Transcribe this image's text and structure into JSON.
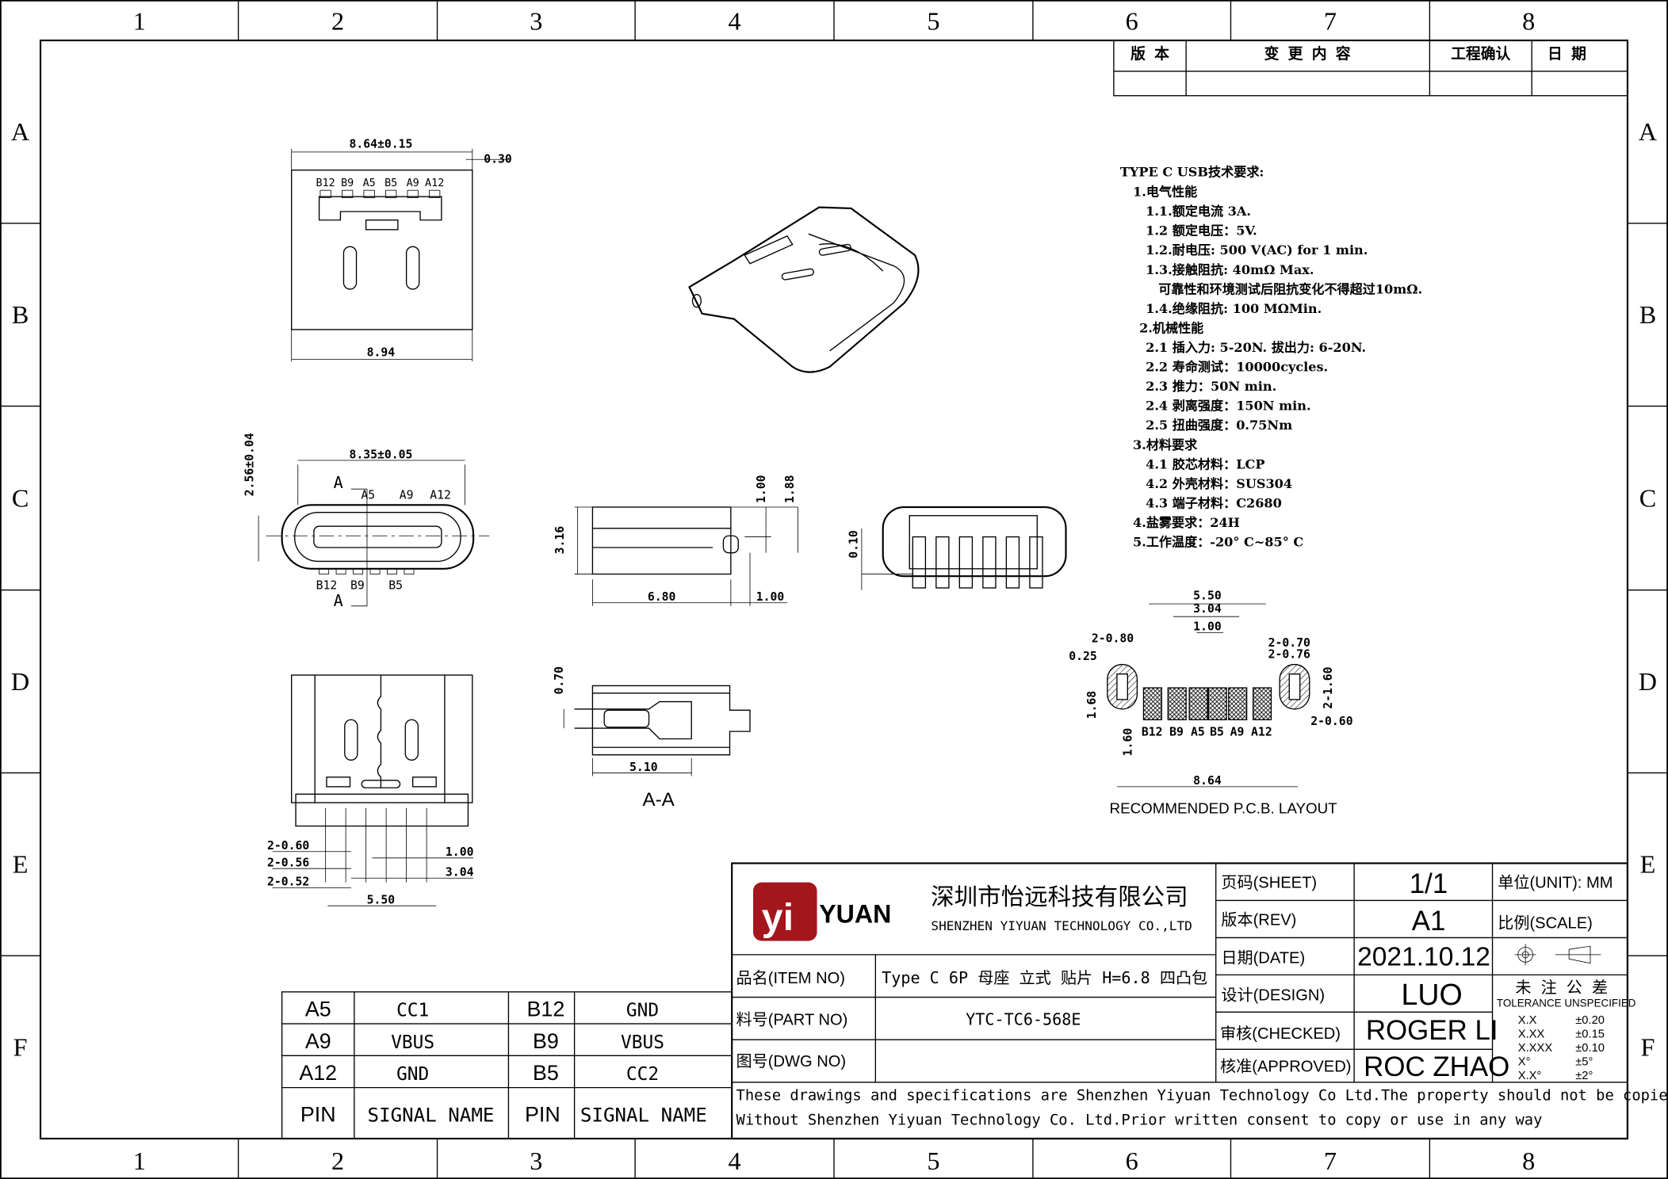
{
  "border": {
    "columns": [
      "1",
      "2",
      "3",
      "4",
      "5",
      "6",
      "7",
      "8"
    ],
    "rows": [
      "A",
      "B",
      "C",
      "D",
      "E",
      "F"
    ]
  },
  "revision_table": {
    "headers": [
      "版 本",
      "变 更 内 容",
      "工程确认",
      "日  期"
    ]
  },
  "top_view": {
    "width_dim": "8.64±0.15",
    "side_dim": "0.30",
    "overall_dim": "8.94",
    "pins": [
      "B12",
      "B9",
      "A5",
      "B5",
      "A9",
      "A12"
    ]
  },
  "front_view": {
    "width_dim": "8.35±0.05",
    "height_dim": "2.56±0.04",
    "section_mark": "A",
    "top_pins": [
      "A5",
      "A9",
      "A12"
    ],
    "bottom_pins": [
      "B12",
      "B9",
      "B5"
    ]
  },
  "side_view": {
    "dims": {
      "d100_top": "1.00",
      "d188": "1.88",
      "d316": "3.16",
      "d680": "6.80",
      "d100_bottom": "1.00"
    }
  },
  "end_view": {
    "dim": "0.10"
  },
  "bottom_view": {
    "dims": [
      "2-0.60",
      "2-0.56",
      "2-0.52",
      "1.00",
      "3.04",
      "5.50"
    ]
  },
  "section_view": {
    "dims": {
      "d070": "0.70",
      "d510": "5.10"
    },
    "label": "A-A"
  },
  "pcb_layout": {
    "dims": {
      "d550": "5.50",
      "d304": "3.04",
      "d100": "1.00",
      "d2_080": "2-0.80",
      "d025": "0.25",
      "d2_070": "2-0.70",
      "d2_076": "2-0.76",
      "d2_160": "2-1.60",
      "d2_060": "2-0.60",
      "d168": "1.68",
      "d160": "1.60",
      "d864": "8.64"
    },
    "pads": [
      "B12",
      "B9",
      "A5",
      "B5",
      "A9",
      "A12"
    ],
    "caption": "RECOMMENDED  P.C.B. LAYOUT"
  },
  "specs": {
    "title": "TYPE C USB技术要求:",
    "lines": [
      {
        "indent": 1,
        "text": "1.电气性能"
      },
      {
        "indent": 2,
        "text": "1.1.额定电流 3A."
      },
      {
        "indent": 2,
        "text": "1.2 额定电压：5V."
      },
      {
        "indent": 2,
        "text": "1.2.耐电压: 500 V(AC) for 1 min."
      },
      {
        "indent": 2,
        "text": "1.3.接触阻抗: 40mΩ Max."
      },
      {
        "indent": 3,
        "text": "可靠性和环境测试后阻抗变化不得超过10mΩ."
      },
      {
        "indent": 2,
        "text": "1.4.绝缘阻抗: 100 MΩMin."
      },
      {
        "indent": 1.5,
        "text": "2.机械性能"
      },
      {
        "indent": 2,
        "text": "2.1 插入力: 5-20N. 拔出力: 6-20N."
      },
      {
        "indent": 2,
        "text": "2.2 寿命测试：10000cycles."
      },
      {
        "indent": 2,
        "text": "2.3 推力：50N min."
      },
      {
        "indent": 2,
        "text": "2.4 剥离强度：150N min."
      },
      {
        "indent": 2,
        "text": "2.5 扭曲强度：0.75Nm"
      },
      {
        "indent": 1,
        "text": "3.材料要求"
      },
      {
        "indent": 2,
        "text": "4.1 胶芯材料：LCP"
      },
      {
        "indent": 2,
        "text": "4.2 外壳材料：SUS304"
      },
      {
        "indent": 2,
        "text": "4.3 端子材料：C2680"
      },
      {
        "indent": 1,
        "text": "4.盐雾要求：24H"
      },
      {
        "indent": 1,
        "text": "5.工作温度：-20° C~85° C"
      }
    ]
  },
  "pin_table": {
    "rows": [
      [
        "A5",
        "CC1",
        "B12",
        "GND"
      ],
      [
        "A9",
        "VBUS",
        "B9",
        "VBUS"
      ],
      [
        "A12",
        "GND",
        "B5",
        "CC2"
      ]
    ],
    "header": [
      "PIN",
      "SIGNAL NAME",
      "PIN",
      "SIGNAL NAME"
    ]
  },
  "title_block": {
    "logo_text": "yi YUAN",
    "logo_color": "#a3161b",
    "company_cn": "深圳市怡远科技有限公司",
    "company_en": "SHENZHEN YIYUAN TECHNOLOGY CO.,LTD",
    "item_no_label": "品名(ITEM NO)",
    "item_no": "Type C 6P 母座 立式 贴片 H=6.8 四凸包",
    "part_no_label": "料号(PART NO)",
    "part_no": "YTC-TC6-568E",
    "dwg_no_label": "图号(DWG NO)",
    "dwg_no": "",
    "sheet_label": "页码(SHEET)",
    "sheet": "1/1",
    "rev_label": "版本(REV)",
    "rev": "A1",
    "date_label": "日期(DATE)",
    "date": "2021.10.12",
    "design_label": "设计(DESIGN)",
    "design": "LUO",
    "checked_label": "审核(CHECKED)",
    "checked": "ROGER LI",
    "approved_label": "核准(APPROVED)",
    "approved": "ROC ZHAO",
    "unit_label": "单位(UNIT): MM",
    "scale_label": "比例(SCALE)",
    "tolerance_cn": "未 注 公 差",
    "tolerance_en": "TOLERANCE UNSPECIFIED",
    "tolerances": [
      [
        "X.X",
        "±0.20"
      ],
      [
        "X.XX",
        "±0.15"
      ],
      [
        "X.XXX",
        "±0.10"
      ],
      [
        "X°",
        "±5°"
      ],
      [
        "X.X°",
        "±2°"
      ]
    ],
    "notice_1": "These drawings and specifications are Shenzhen Yiyuan Technology Co Ltd.The property should not be copied.",
    "notice_2": "Without Shenzhen Yiyuan Technology Co. Ltd.Prior written consent to copy or use in any way"
  }
}
